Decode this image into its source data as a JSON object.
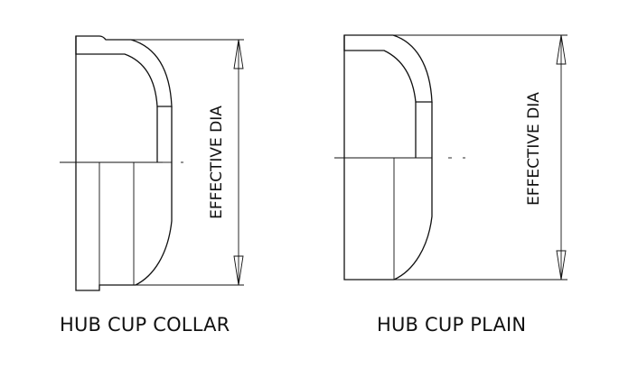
{
  "figures": [
    {
      "id": "hub-cup-collar",
      "caption": "HUB CUP COLLAR",
      "dimension_label": "EFFECTIVE DIA"
    },
    {
      "id": "hub-cup-plain",
      "caption": "HUB CUP PLAIN",
      "dimension_label": "EFFECTIVE DIA"
    }
  ],
  "colors": {
    "line": "#111111",
    "background": "#ffffff"
  }
}
